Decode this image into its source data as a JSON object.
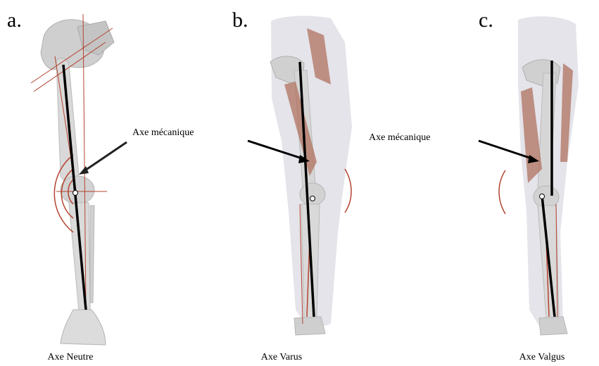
{
  "panels": [
    {
      "letter": "a.",
      "caption": "Axe Neutre"
    },
    {
      "letter": "b.",
      "caption": "Axe Varus"
    },
    {
      "letter": "c.",
      "caption": "Axe Valgus"
    }
  ],
  "annotations": {
    "axis_label_a": "Axe mécanique",
    "axis_label_c": "Axe mécanique"
  },
  "colors": {
    "bone": "#d7d7d7",
    "bone_dark": "#b9b9b9",
    "silhouette": "#e4e4ea",
    "muscle": "#b0715f",
    "guide_red": "#b4432f",
    "axis": "#000000"
  }
}
